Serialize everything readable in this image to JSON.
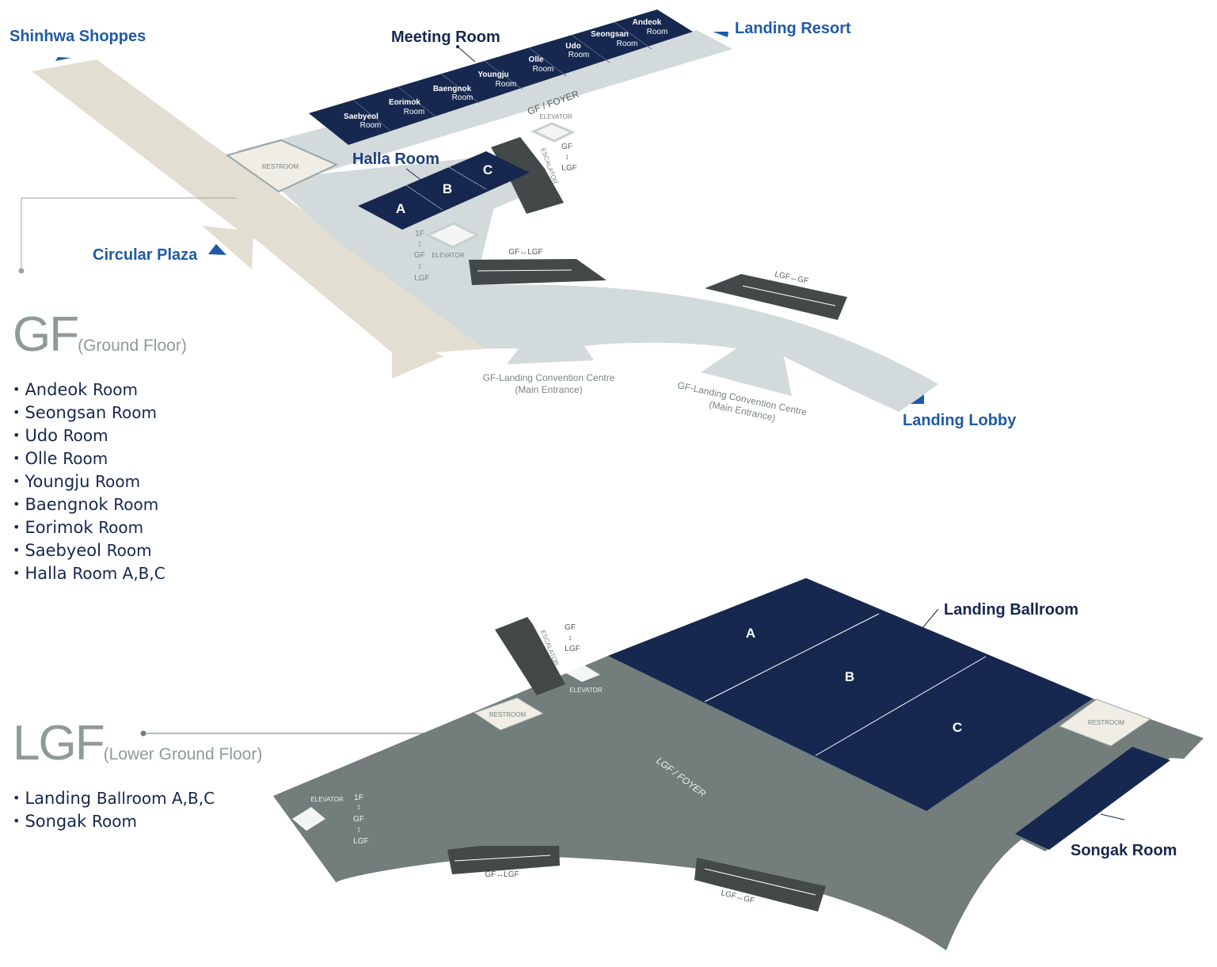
{
  "gf": {
    "code": "GF",
    "subtitle": "(Ground Floor)",
    "rooms": [
      {
        "name": "Andeok",
        "suffix": "Room"
      },
      {
        "name": "Seongsan",
        "suffix": "Room"
      },
      {
        "name": "Udo",
        "suffix": "Room"
      },
      {
        "name": "Olle",
        "suffix": "Room"
      },
      {
        "name": "Youngju",
        "suffix": "Room"
      },
      {
        "name": "Baengnok",
        "suffix": "Room"
      },
      {
        "name": "Eorimok",
        "suffix": "Room"
      },
      {
        "name": "Saebyeol",
        "suffix": "Room"
      },
      {
        "name": "Halla",
        "suffix": "Room A,B,C"
      }
    ],
    "map": {
      "destinations": {
        "shinhwa": "Shinhwa Shoppes",
        "landing_resort": "Landing Resort",
        "circular_plaza": "Circular Plaza",
        "landing_lobby": "Landing Lobby"
      },
      "meeting_room_label": "Meeting Room",
      "meeting_rooms": [
        {
          "name": "Saebyeol",
          "sub": "Room"
        },
        {
          "name": "Eorimok",
          "sub": "Room"
        },
        {
          "name": "Baengnok",
          "sub": "Room"
        },
        {
          "name": "Youngju",
          "sub": "Room"
        },
        {
          "name": "Olle",
          "sub": "Room"
        },
        {
          "name": "Udo",
          "sub": "Room"
        },
        {
          "name": "Seongsan",
          "sub": "Room"
        },
        {
          "name": "Andeok",
          "sub": "Room"
        }
      ],
      "foyer": "GF / FOYER",
      "halla_label": "Halla Room",
      "halla_sections": [
        "A",
        "B",
        "C"
      ],
      "restroom": "RESTROOM",
      "elevator_top": "ELEVATOR",
      "elevator_top_floors": [
        "GF",
        "↕",
        "LGF"
      ],
      "escalator": "ESCALATOR",
      "elevator_mid": "ELEVATOR",
      "elevator_mid_floors": [
        "1F",
        "↕",
        "GF",
        "↕",
        "LGF"
      ],
      "escalator_left": "GF↔LGF",
      "escalator_right": "LGF↔GF",
      "entrance_1": [
        "GF-Landing Convention Centre",
        "(Main Entrance)"
      ],
      "entrance_2": [
        "GF-Landing Convention Centre",
        "(Main Entrance)"
      ]
    }
  },
  "lgf": {
    "code": "LGF",
    "subtitle": "(Lower Ground Floor)",
    "rooms": [
      {
        "name": "Landing",
        "suffix": "Ballroom A,B,C"
      },
      {
        "name": "Songak",
        "suffix": "Room"
      }
    ],
    "map": {
      "ballroom_label": "Landing Ballroom",
      "ballroom_sections": [
        "A",
        "B",
        "C"
      ],
      "songak_label": "Songak Room",
      "foyer": "LGF / FOYER",
      "restroom_left": "RESTROOM",
      "restroom_right": "RESTROOM",
      "escalator": "ESCALATOR",
      "escalator_floors": [
        "GF",
        "↕",
        "LGF"
      ],
      "elevator_top": "ELEVATOR",
      "elevator_left": "ELEVATOR",
      "elevator_left_floors": [
        "1F",
        "↕",
        "GF",
        "↕",
        "LGF"
      ],
      "escalator_left": "GF↔LGF",
      "escalator_right": "LGF↔GF"
    }
  },
  "colors": {
    "navy": "#16284f",
    "accent_blue": "#1f5aa6",
    "gf_floor": "#d3dadb",
    "lgf_floor": "#727d7c",
    "walkway": "#e2dfd2",
    "restroom": "#efede4",
    "escalator": "#434949"
  }
}
